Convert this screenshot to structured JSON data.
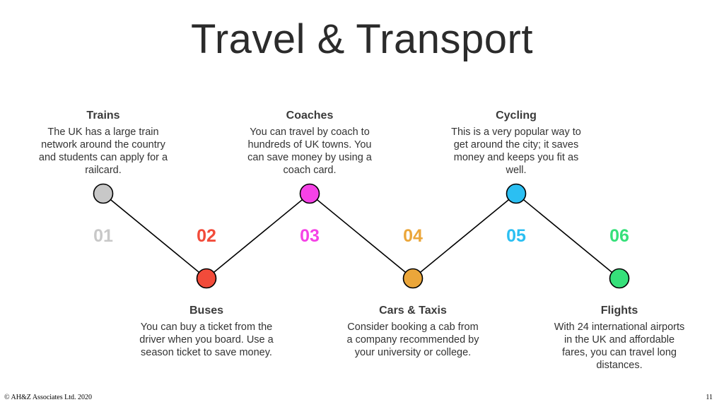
{
  "title": "Travel & Transport",
  "steps": [
    {
      "number": "01",
      "heading": "Trains",
      "text": "The UK has a large train network around the country and students can apply for a railcard.",
      "color": "#c8c8c8"
    },
    {
      "number": "02",
      "heading": "Buses",
      "text": "You can buy a ticket from the driver when you board. Use a season ticket to save money.",
      "color": "#f24b3a"
    },
    {
      "number": "03",
      "heading": "Coaches",
      "text": "You can travel by coach to hundreds of UK towns. You can save money by using a coach card.",
      "color": "#f542e6"
    },
    {
      "number": "04",
      "heading": "Cars & Taxis",
      "text": "Consider booking a cab from a company recommended by your university or college.",
      "color": "#eba63a"
    },
    {
      "number": "05",
      "heading": "Cycling",
      "text": "This is a very popular way to get around the city; it saves money and keeps you fit as well.",
      "color": "#2bbff2"
    },
    {
      "number": "06",
      "heading": "Flights",
      "text": "With 24 international airports in the UK and affordable fares, you can travel long distances.",
      "color": "#36e07a"
    }
  ],
  "footer": {
    "copyright": "© AH&Z Associates Ltd. 2020",
    "page_number": "11"
  }
}
